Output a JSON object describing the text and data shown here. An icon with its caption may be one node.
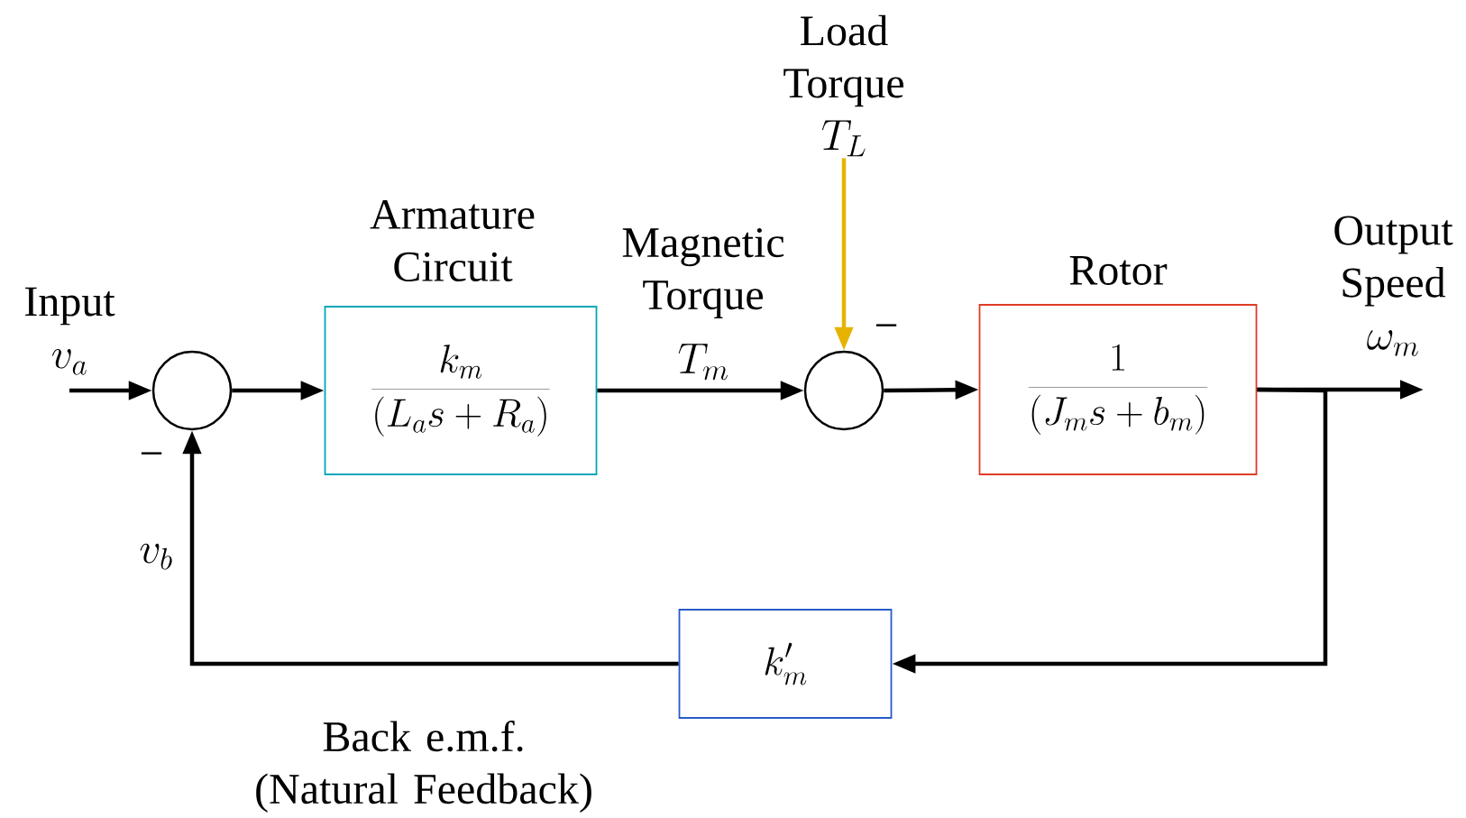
{
  "diagram": {
    "nodes": [
      {
        "text": [],
        "shape": "circle"
      },
      {
        "text": [
          "Armature Circuit",
          "\\frac{k_m}{(L_a s + R_a)}"
        ]
      },
      {
        "text": [],
        "shape": "circle"
      },
      {
        "text": [
          "Rotor",
          "\\frac{1}{(J_m s + b_m)}"
        ]
      },
      {
        "text": [
          "k'_m"
        ]
      },
      {
        "text": [
          "Input",
          "v_a"
        ]
      },
      {
        "text": [
          "Load Torque",
          "T_L"
        ]
      },
      {
        "text": [
          "Output Speed",
          "\\omega_m"
        ]
      }
    ],
    "edges": [
      {
        "from": 5,
        "to": 0,
        "arrow": "to"
      },
      {
        "from": 0,
        "to": 1,
        "arrow": "to"
      },
      {
        "from": 1,
        "to": 2,
        "arrow": "to"
      },
      {
        "from": 6,
        "to": 2,
        "arrow": "to",
        "color": "#e6b400"
      },
      {
        "from": 2,
        "to": 3,
        "arrow": "to"
      },
      {
        "from": 3,
        "to": 7,
        "arrow": "to"
      },
      {
        "from": 3,
        "to": 4,
        "arrow": "to"
      },
      {
        "from": 4,
        "to": 0,
        "arrow": "to",
        "label": "v_b"
      }
    ],
    "labels": [
      "Magnetic Torque",
      "T_m",
      "−",
      "−",
      "Back e.m.f. (Natural Feedback)"
    ]
  }
}
